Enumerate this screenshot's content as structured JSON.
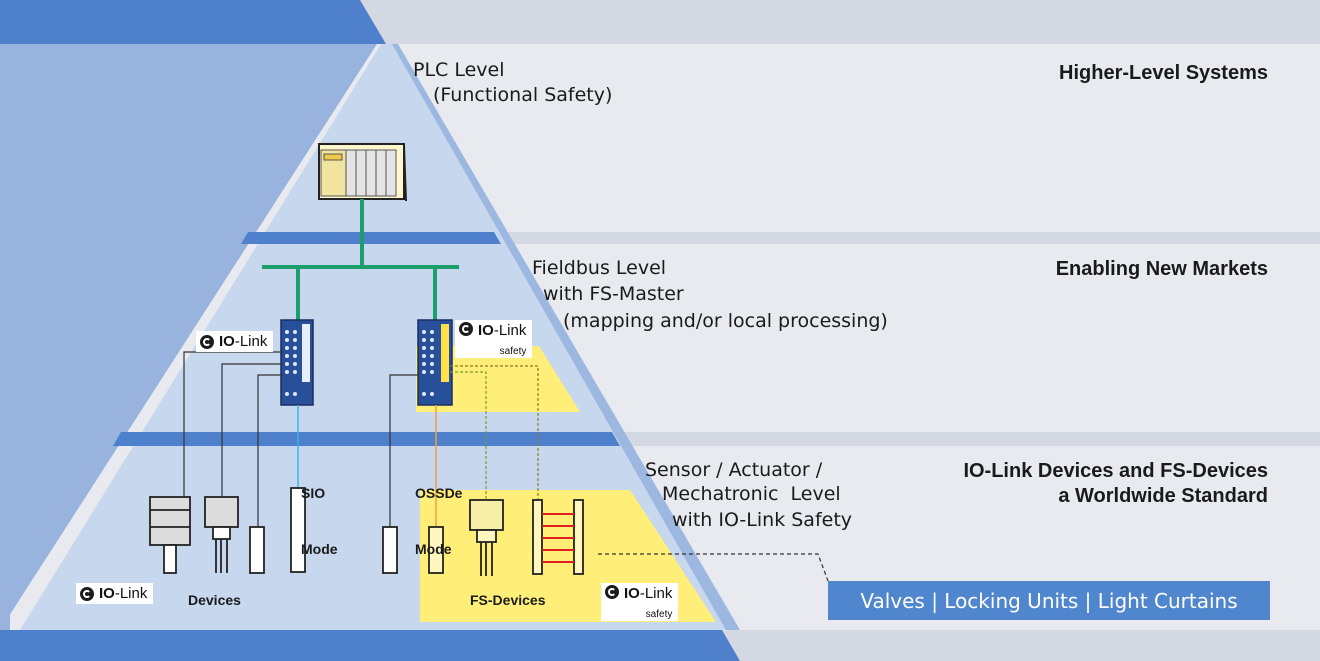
{
  "levels": {
    "plc": {
      "line1": "PLC Level",
      "line2": "(Functional Safety)"
    },
    "fieldbus": {
      "line1": "Fieldbus Level",
      "line2": "with FS-Master",
      "line3": "(mapping and/or local processing)"
    },
    "sensor": {
      "line1": "Sensor / Actuator /",
      "line2": "Mechatronic  Level",
      "line3": "with IO-Link Safety"
    }
  },
  "headings": {
    "top": "Higher-Level Systems",
    "middle": "Enabling New Markets",
    "bottom_line1": "IO-Link Devices and FS-Devices",
    "bottom_line2": "a Worldwide Standard"
  },
  "modes": {
    "sio": {
      "line1": "SIO",
      "line2": "Mode"
    },
    "ossde": {
      "line1": "OSSDe",
      "line2": "Mode"
    }
  },
  "labels": {
    "devices": "Devices",
    "fs_devices": "FS-Devices"
  },
  "logo": {
    "io": "IO",
    "link": "-Link",
    "safety": "safety"
  },
  "bottom_box": "Valves | Locking Units | Light Curtains",
  "colors": {
    "band_dark": "#5b8ad0",
    "band_light": "#d3d8e3",
    "background": "#e8eaf0",
    "pyramid_fill": "#c6d7ee",
    "pyramid_edge": "#9db8e0",
    "left_shade": "#97b3de",
    "highlight_yellow": "#ffef78",
    "fieldbus_green": "#1b9f6a",
    "master_blue": "#284f9a",
    "ossd_orange": "#f0a040"
  }
}
